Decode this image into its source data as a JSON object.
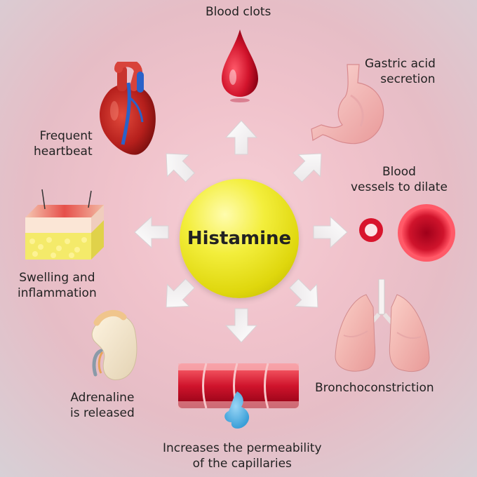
{
  "center": {
    "label": "Histamine"
  },
  "effects": {
    "blood_clots": "Blood clots",
    "gastric_line1": "Gastric acid",
    "gastric_line2": "secretion",
    "heartbeat_line1": "Frequent",
    "heartbeat_line2": "heartbeat",
    "vessels_line1": "Blood",
    "vessels_line2": "vessels to dilate",
    "swelling_line1": "Swelling and",
    "swelling_line2": "inflammation",
    "broncho": "Bronchoconstriction",
    "adrenaline_line1": "Adrenaline",
    "adrenaline_line2": "is released",
    "capillaries_line1": "Increases the permeability",
    "capillaries_line2": "of the capillaries"
  },
  "colors": {
    "center": "#f3ee3c",
    "arrow": "#f4f4f4",
    "blood": "#c8102e",
    "background": "#f0c2cb"
  },
  "icons": [
    "blood-drop-icon",
    "stomach-icon",
    "heart-icon",
    "blood-vessel-icon",
    "skin-icon",
    "lungs-icon",
    "kidney-icon",
    "capillary-icon"
  ]
}
